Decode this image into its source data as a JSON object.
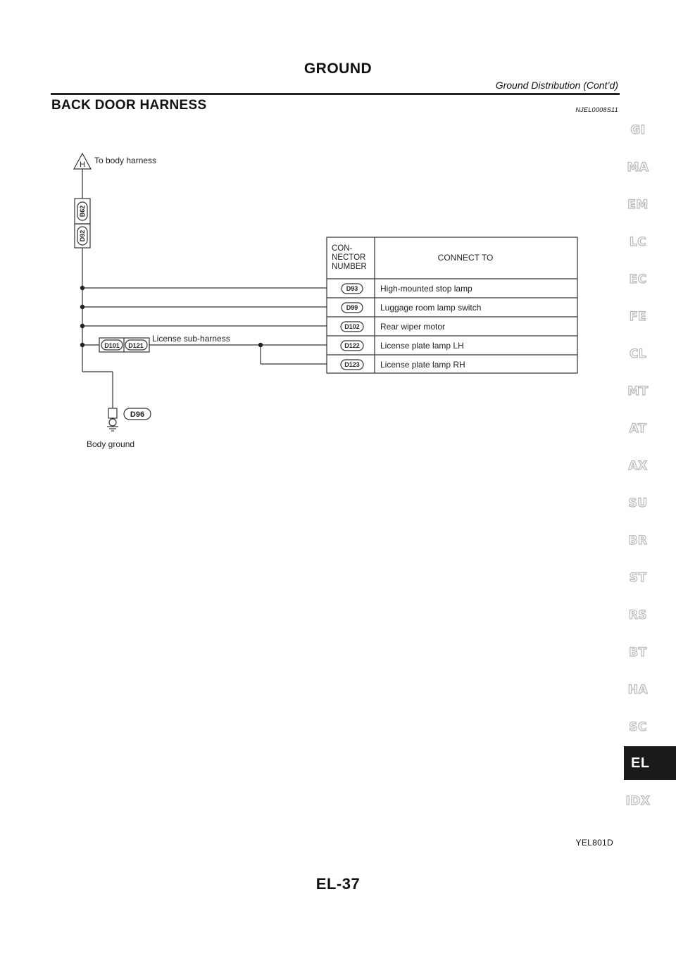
{
  "header": {
    "title": "GROUND",
    "subtitle": "Ground Distribution (Cont’d)"
  },
  "section": {
    "title": "BACK DOOR HARNESS",
    "code": "NJEL0008S11"
  },
  "diagram": {
    "harness_symbol": "H",
    "to_body_harness": "To body harness",
    "upper_connectors": [
      "B62",
      "D92"
    ],
    "sub_harness_connectors": [
      "D101",
      "D121"
    ],
    "sub_harness_label": "License sub-harness",
    "ground_connector": "D96",
    "ground_label": "Body ground",
    "table": {
      "header_connector": [
        "CON-",
        "NECTOR",
        "NUMBER"
      ],
      "header_connect_to": "CONNECT TO",
      "rows": [
        {
          "connector": "D93",
          "connect_to": "High-mounted stop lamp"
        },
        {
          "connector": "D99",
          "connect_to": "Luggage room lamp switch"
        },
        {
          "connector": "D102",
          "connect_to": "Rear wiper motor"
        },
        {
          "connector": "D122",
          "connect_to": "License plate lamp LH"
        },
        {
          "connector": "D123",
          "connect_to": "License plate lamp RH"
        }
      ]
    }
  },
  "figure_code": "YEL801D",
  "page_number": "EL-37",
  "side_tabs": [
    "GI",
    "MA",
    "EM",
    "LC",
    "EC",
    "FE",
    "CL",
    "MT",
    "AT",
    "AX",
    "SU",
    "BR",
    "ST",
    "RS",
    "BT",
    "HA",
    "SC",
    "EL",
    "IDX"
  ],
  "active_tab": "EL"
}
